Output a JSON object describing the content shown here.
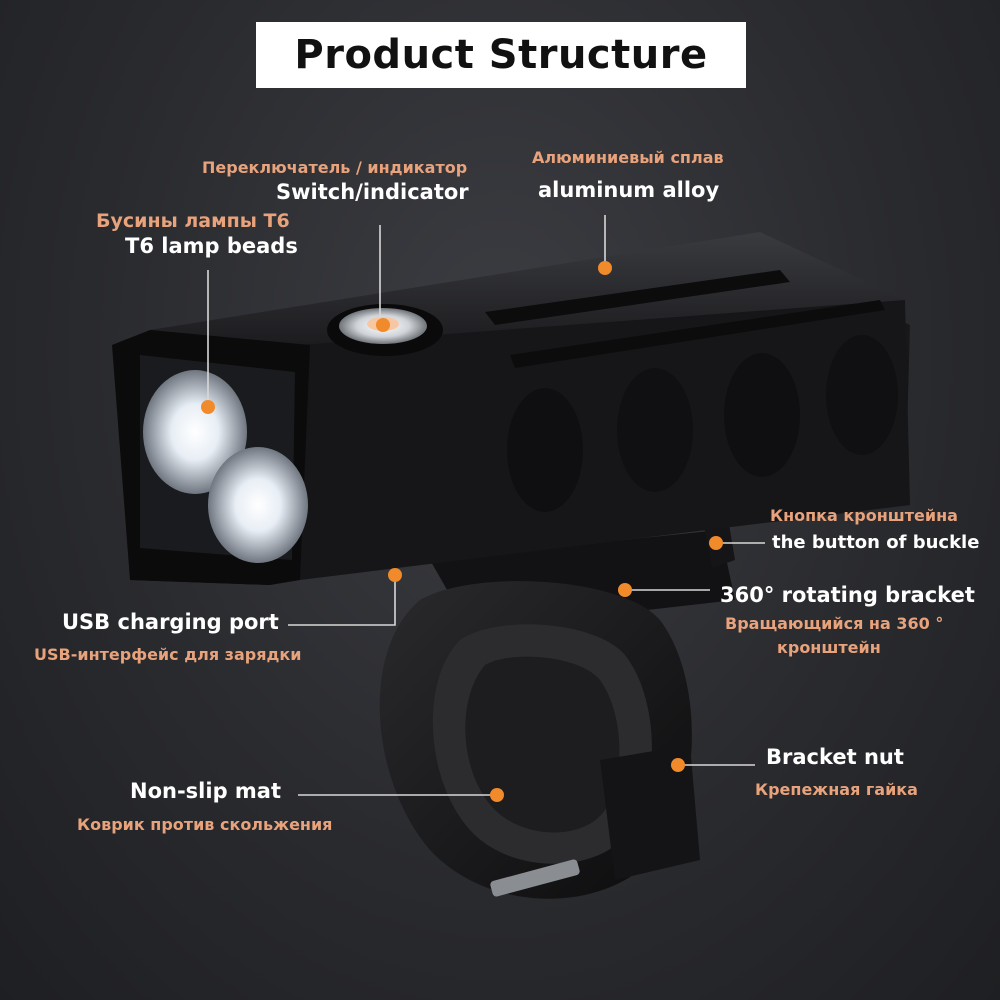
{
  "title": "Product Structure",
  "colors": {
    "accent_dot": "#f08a2a",
    "russian_text": "#e8a27c",
    "english_text": "#ffffff",
    "leader_line": "#d8d8d8"
  },
  "labels": {
    "switch": {
      "ru": "Переключатель / индикатор",
      "en": "Switch/indicator"
    },
    "alloy": {
      "ru": "Алюминиевый сплав",
      "en": "aluminum alloy"
    },
    "beads": {
      "ru": "Бусины лампы T6",
      "en": "T6 lamp beads"
    },
    "buckle": {
      "ru": "Кнопка кронштейна",
      "en": "the button of buckle"
    },
    "usb": {
      "en": "USB charging port",
      "ru": "USB-интерфейс для зарядки"
    },
    "rotating": {
      "en": "360° rotating bracket",
      "ru_line1": "Вращающийся на 360 °",
      "ru_line2": "кронштейн"
    },
    "nut": {
      "en": "Bracket nut",
      "ru": "Крепежная гайка"
    },
    "mat": {
      "en": "Non-slip mat",
      "ru": "Коврик против скольжения"
    }
  }
}
